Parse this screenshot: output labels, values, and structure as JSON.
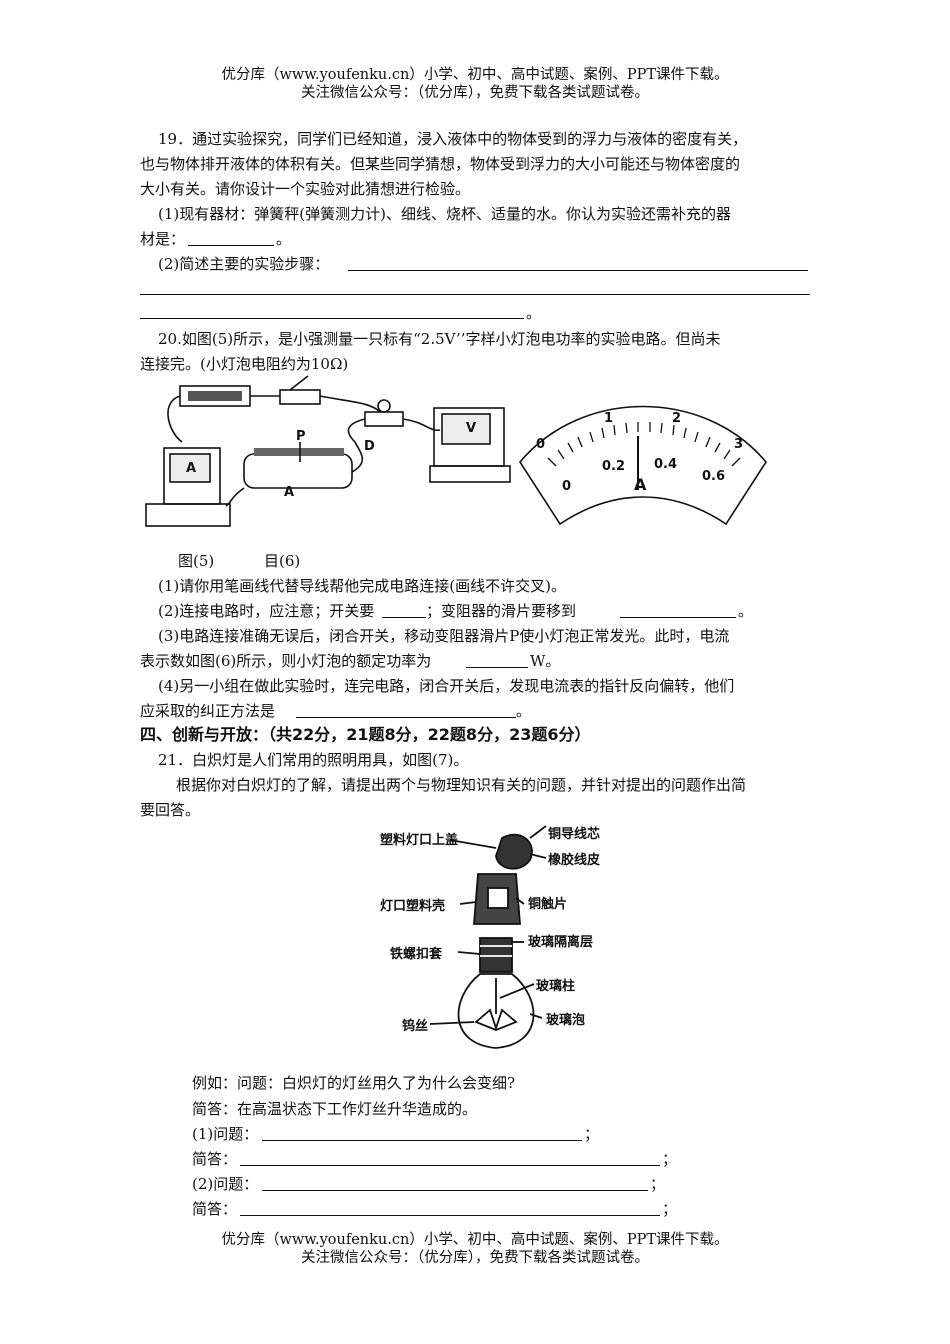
{
  "header": {
    "line1": "优分库（www.youfenku.cn）小学、初中、高中试题、案例、PPT课件下载。",
    "line2": "关注微信公众号：（优分库），免费下载各类试题试卷。"
  },
  "footer": {
    "line1": "优分库（www.youfenku.cn）小学、初中、高中试题、案例、PPT课件下载。",
    "line2": "关注微信公众号：（优分库），免费下载各类试题试卷。"
  },
  "q19": {
    "l1": "19．通过实验探究，同学们已经知道，浸入液体中的物体受到的浮力与液体的密度有关，",
    "l2": "也与物体排开液体的体积有关。但某些同学猜想，物体受到浮力的大小可能还与物体密度的",
    "l3": "大小有关。请你设计一个实验对此猜想进行检验。",
    "l4": "(1)现有器材：弹簧秤(弹簧测力计)、细线、烧杯、适量的水。你认为实验还需补充的器",
    "l5a": "材是：",
    "l5b": "。",
    "l6": "(2)简述主要的实验步骤：",
    "l8end": "。"
  },
  "q20": {
    "l1": "20.如图(5)所示，是小强测量一只标有“2.5V’’字样小灯泡电功率的实验电路。但尚未",
    "l2": "连接完。(小灯泡电阻约为10Ω)",
    "fig5": "图(5)",
    "fig6": "目(6)",
    "p1": "(1)请你用笔画线代替导线帮他完成电路连接(画线不许交叉)。",
    "p2a": "(2)连接电路时，应注意；开关要",
    "p2b": "；变阻器的滑片要移到",
    "p2c": "。",
    "p3a": "(3)电路连接准确无误后，闭合开关，移动变阻器滑片P使小灯泡正常发光。此时，电流",
    "p3b": "表示数如图(6)所示，则小灯泡的额定功率为",
    "p3c": "W。",
    "p4a": "(4)另一小组在做此实验时，连完电路，闭合开关后，发现电流表的指针反向偏转，他们",
    "p4b": "应采取的纠正方法是",
    "p4c": "。",
    "meter_top": [
      "0",
      "1",
      "2",
      "3"
    ],
    "meter_bottom": [
      "0",
      "0.2",
      "0.4",
      "0.6"
    ],
    "meter_unit": "A",
    "circuit_labels": [
      "P",
      "D",
      "A",
      "V"
    ]
  },
  "section4": {
    "title": "四、创新与开放：（共22分，21题8分，22题8分，23题6分）"
  },
  "q21": {
    "l1": "21．白炽灯是人们常用的照明用具，如图(7)。",
    "l2": "根据你对白炽灯的了解，请提出两个与物理知识有关的问题，并针对提出的问题作出简",
    "l3": "要回答。",
    "fig_labels": {
      "l1": "塑料灯口上盖",
      "r1": "铜导线芯",
      "r2": "橡胶线皮",
      "l2": "灯口塑料壳",
      "r3": "铜触片",
      "r4": "玻璃隔离层",
      "l3": "铁螺扣套",
      "r5": "玻璃柱",
      "l4": "钨丝",
      "r6": "玻璃泡"
    },
    "ex1": "例如：问题：白炽灯的灯丝用久了为什么会变细?",
    "ex2": "简答：在高温状态下工作灯丝升华造成的。",
    "a1": "(1)问题：",
    "a2": "简答：",
    "a3": "(2)问题：",
    "a4": "简答：",
    "semi": "；"
  }
}
